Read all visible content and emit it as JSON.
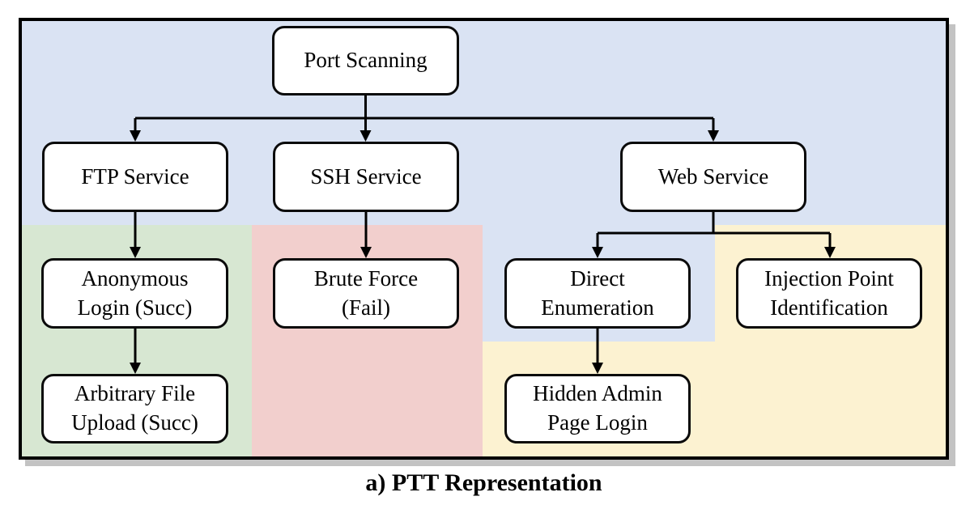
{
  "caption": "a) PTT Representation",
  "nodes": {
    "port_scanning": "Port Scanning",
    "ftp_service": "FTP Service",
    "ssh_service": "SSH Service",
    "web_service": "Web Service",
    "anonymous_login": "Anonymous\nLogin (Succ)",
    "brute_force": "Brute Force\n(Fail)",
    "direct_enumeration": "Direct\nEnumeration",
    "injection_point_identification": "Injection Point\nIdentification",
    "arbitrary_file_upload": "Arbitrary File\nUpload (Succ)",
    "hidden_admin_page_login": "Hidden Admin\nPage Login"
  },
  "edges": [
    {
      "from": "Port Scanning",
      "to": "FTP Service"
    },
    {
      "from": "Port Scanning",
      "to": "SSH Service"
    },
    {
      "from": "Port Scanning",
      "to": "Web Service"
    },
    {
      "from": "FTP Service",
      "to": "Anonymous Login (Succ)"
    },
    {
      "from": "SSH Service",
      "to": "Brute Force (Fail)"
    },
    {
      "from": "Web Service",
      "to": "Direct Enumeration"
    },
    {
      "from": "Web Service",
      "to": "Injection Point Identification"
    },
    {
      "from": "Anonymous Login (Succ)",
      "to": "Arbitrary File Upload (Succ)"
    },
    {
      "from": "Direct Enumeration",
      "to": "Hidden Admin Page Login"
    }
  ],
  "colors": {
    "base_blue": "#dae3f3",
    "green": "#d7e7d2",
    "red": "#f2cfcd",
    "yellow": "#fcf2d1",
    "node_fill": "#ffffff",
    "line": "#000000",
    "shadow": "#c3c3c3"
  }
}
